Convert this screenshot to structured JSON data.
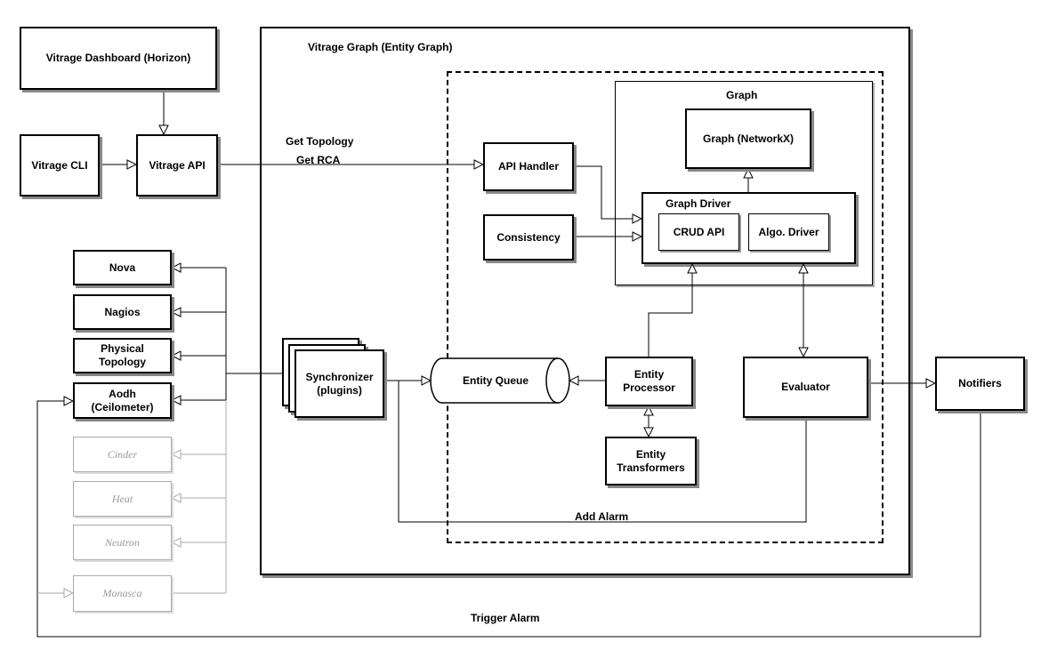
{
  "containers": {
    "vitrage_graph": "Vitrage Graph (Entity Graph)",
    "graph": "Graph",
    "graph_driver": "Graph Driver"
  },
  "nodes": {
    "dashboard": "Vitrage Dashboard (Horizon)",
    "cli": "Vitrage CLI",
    "api": "Vitrage API",
    "api_handler": "API Handler",
    "consistency": "Consistency",
    "graph_networkx": "Graph (NetworkX)",
    "crud_api": "CRUD API",
    "algo_driver": "Algo. Driver",
    "nova": "Nova",
    "nagios": "Nagios",
    "physical_topology": "Physical\nTopology",
    "aodh": "Aodh\n(Ceilometer)",
    "cinder": "Cinder",
    "heat": "Heat",
    "neutron": "Neutron",
    "monasca": "Monasca",
    "synchronizer": "Synchronizer\n(plugins)",
    "entity_queue": "Entity Queue",
    "entity_processor": "Entity\nProcessor",
    "entity_transformers": "Entity\nTransformers",
    "evaluator": "Evaluator",
    "notifiers": "Notifiers"
  },
  "edge_labels": {
    "get_topology": "Get Topology",
    "get_rca": "Get RCA",
    "add_alarm": "Add Alarm",
    "trigger_alarm": "Trigger Alarm"
  }
}
